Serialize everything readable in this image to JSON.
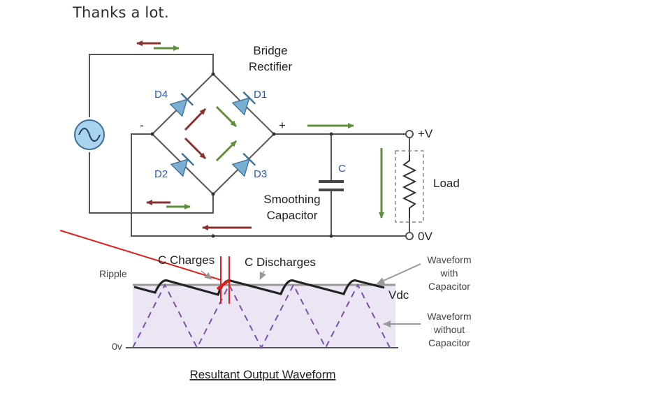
{
  "post": {
    "text": "Thanks a lot."
  },
  "circuit": {
    "title_line1": "Bridge",
    "title_line2": "Rectifier",
    "diodes": [
      "D4",
      "D1",
      "D2",
      "D3"
    ],
    "minus": "-",
    "plus": "+",
    "cap_label": "C",
    "smoothing_line1": "Smoothing",
    "smoothing_line2": "Capacitor",
    "vplus": "+V",
    "load": "Load",
    "zerov": "0V"
  },
  "waveform": {
    "ripple": "Ripple",
    "c_charges": "C Charges",
    "c_discharges": "C Discharges",
    "vdc": "Vdc",
    "zero": "0v",
    "with_cap": [
      "Waveform",
      "with",
      "Capacitor"
    ],
    "without_cap": [
      "Waveform",
      "without",
      "Capacitor"
    ],
    "title": "Resultant Output Waveform"
  },
  "colors": {
    "diode": "#7aaed2",
    "forward_arrow": "#5f8f3a",
    "return_arrow": "#8b3030",
    "dashed": "#7b4fae",
    "annotation": "#e0201c"
  }
}
